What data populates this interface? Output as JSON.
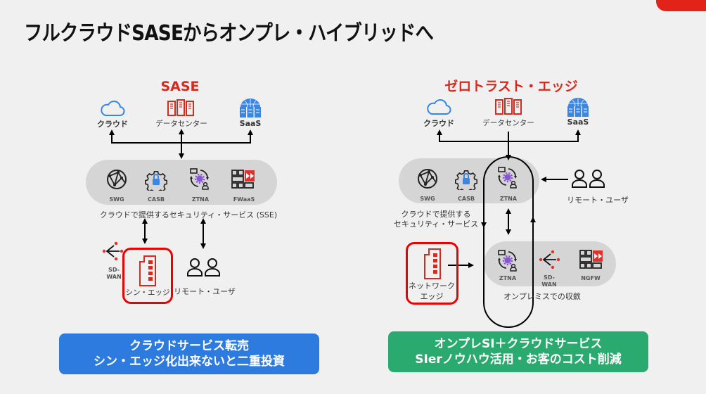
{
  "page": {
    "title": "フルクラウドSASEからオンプレ・ハイブリッドへ",
    "accent_color": "#e2231a"
  },
  "left": {
    "section_title": "SASE",
    "top_nodes": [
      {
        "label": "クラウド",
        "icon": "cloud-icon"
      },
      {
        "label": "データセンター",
        "icon": "datacenter-icon"
      },
      {
        "label": "SaaS",
        "icon": "saas-server-icon"
      }
    ],
    "sse_items": [
      {
        "label": "SWG",
        "icon": "globe-network-icon"
      },
      {
        "label": "CASB",
        "icon": "gear-lock-icon"
      },
      {
        "label": "ZTNA",
        "icon": "ztna-cycle-icon"
      },
      {
        "label": "FWaaS",
        "icon": "firewall-icon"
      }
    ],
    "sse_caption": "クラウドで提供するセキュリティ・サービス (SSE)",
    "sdwan_label": "SD-\nWAN",
    "edge_label": "シン・エッジ",
    "remote_user_label": "リモート・ユーザ",
    "cta_lines": [
      "クラウドサービス転売",
      "シン・エッジ化出来ないと二重投資"
    ],
    "cta_color": "#2e7be0"
  },
  "right": {
    "section_title": "ゼロトラスト・エッジ",
    "top_nodes": [
      {
        "label": "クラウド",
        "icon": "cloud-icon"
      },
      {
        "label": "データセンター",
        "icon": "datacenter-icon"
      },
      {
        "label": "SaaS",
        "icon": "saas-server-icon"
      }
    ],
    "cloud_items": [
      {
        "label": "SWG",
        "icon": "globe-network-icon"
      },
      {
        "label": "CASB",
        "icon": "gear-lock-icon"
      },
      {
        "label": "ZTNA",
        "icon": "ztna-cycle-icon"
      }
    ],
    "cloud_caption_lines": [
      "クラウドで提供する",
      "セキュリティ・サービス"
    ],
    "remote_user_label": "リモート・ユーザ",
    "onprem_items": [
      {
        "label": "ZTNA",
        "icon": "ztna-cycle-icon"
      },
      {
        "label": "SD-\nWAN",
        "icon": "sdwan-icon"
      },
      {
        "label": "NGFW",
        "icon": "firewall-icon"
      }
    ],
    "onprem_caption": "オンプレミスでの収斂",
    "edge_label_lines": [
      "ネットワーク",
      "エッジ"
    ],
    "cta_lines": [
      "オンプレSI＋クラウドサービス",
      "SIerノウハウ活用・お客のコスト削減"
    ],
    "cta_color": "#2aaa6e"
  }
}
